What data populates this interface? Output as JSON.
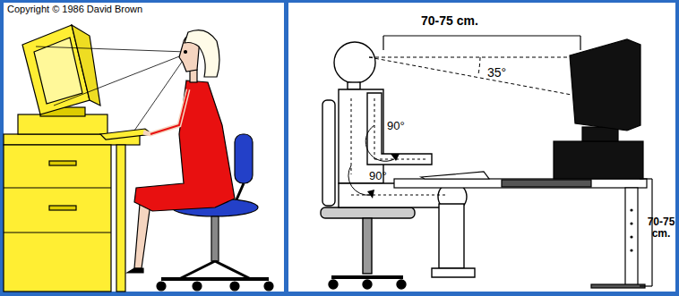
{
  "diagram": {
    "labels": [
      "Copyright © 1986 David Brown",
      "70-75 cm.",
      "35°",
      "90°",
      "90°",
      "70-75 cm."
    ]
  }
}
